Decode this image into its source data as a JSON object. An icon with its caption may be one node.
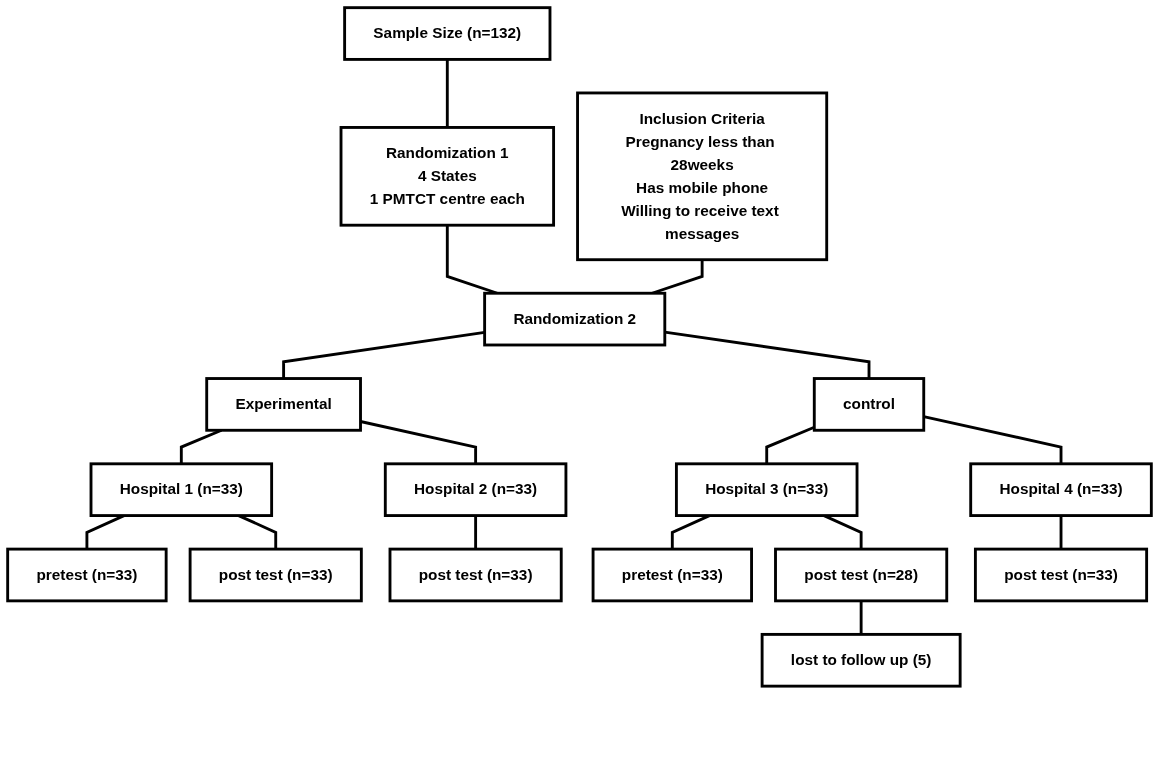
{
  "diagram": {
    "nodes": [
      {
        "text": [
          "Sample Size (n=132)"
        ]
      },
      {
        "text": [
          "Randomization 1",
          "4 States",
          "1 PMTCT centre each"
        ]
      },
      {
        "text": [
          "Inclusion Criteria",
          "Pregnancy less than 28weeks",
          "Has mobile phone",
          "Willing to receive text messages"
        ]
      },
      {
        "text": [
          "Randomization 2"
        ]
      },
      {
        "text": [
          "Experimental"
        ]
      },
      {
        "text": [
          "control"
        ]
      },
      {
        "text": [
          "Hospital 1 (n=33)"
        ]
      },
      {
        "text": [
          "Hospital 2 (n=33)"
        ]
      },
      {
        "text": [
          "Hospital 3 (n=33)"
        ]
      },
      {
        "text": [
          "Hospital 4 (n=33)"
        ]
      },
      {
        "text": [
          "pretest (n=33)"
        ]
      },
      {
        "text": [
          "post test (n=33)"
        ]
      },
      {
        "text": [
          "post test (n=33)"
        ]
      },
      {
        "text": [
          "pretest (n=33)"
        ]
      },
      {
        "text": [
          "post test (n=28)"
        ]
      },
      {
        "text": [
          "post test (n=33)"
        ]
      },
      {
        "text": [
          "lost to follow up (5)"
        ]
      }
    ],
    "edges": [
      {
        "from": 0,
        "to": 1,
        "arrow": "none"
      },
      {
        "from": 1,
        "to": 3,
        "arrow": "none"
      },
      {
        "from": 2,
        "to": 3,
        "arrow": "none"
      },
      {
        "from": 3,
        "to": 4,
        "arrow": "none"
      },
      {
        "from": 3,
        "to": 5,
        "arrow": "none"
      },
      {
        "from": 4,
        "to": 6,
        "arrow": "none"
      },
      {
        "from": 4,
        "to": 7,
        "arrow": "none"
      },
      {
        "from": 5,
        "to": 8,
        "arrow": "none"
      },
      {
        "from": 5,
        "to": 9,
        "arrow": "none"
      },
      {
        "from": 6,
        "to": 10,
        "arrow": "none"
      },
      {
        "from": 6,
        "to": 11,
        "arrow": "none"
      },
      {
        "from": 7,
        "to": 12,
        "arrow": "none"
      },
      {
        "from": 8,
        "to": 13,
        "arrow": "none"
      },
      {
        "from": 8,
        "to": 14,
        "arrow": "none"
      },
      {
        "from": 9,
        "to": 15,
        "arrow": "none"
      },
      {
        "from": 14,
        "to": 16,
        "arrow": "none"
      }
    ]
  }
}
